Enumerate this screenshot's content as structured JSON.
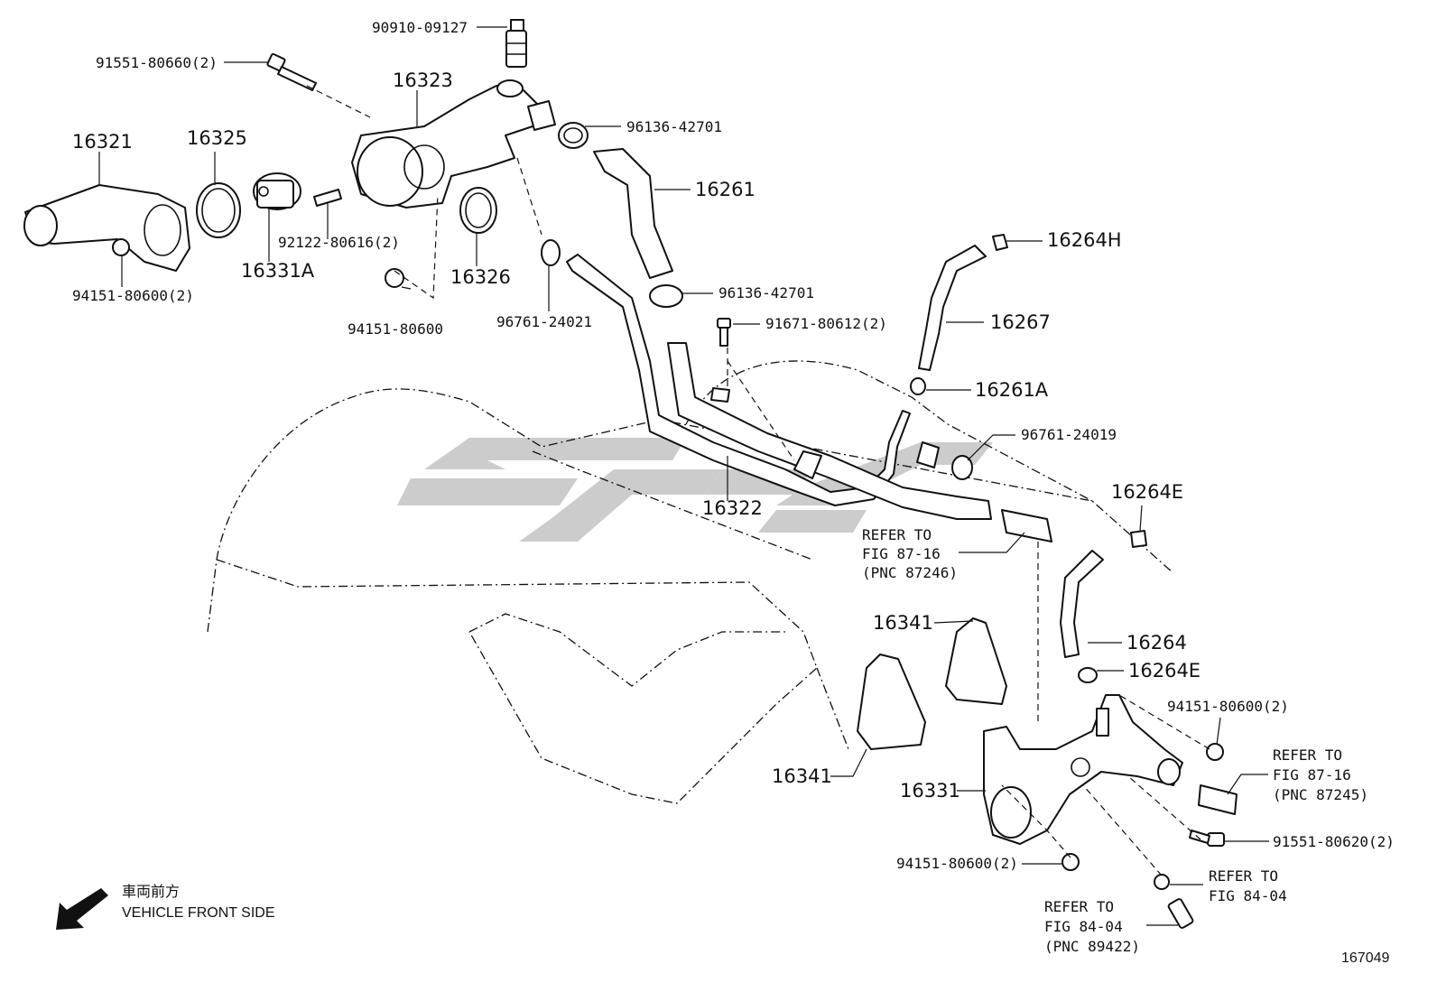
{
  "parts": {
    "p90910_09127": "90910-09127",
    "p91551_80660": "91551-80660(2)",
    "p16323": "16323",
    "p96136_42701_a": "96136-42701",
    "p16321": "16321",
    "p16325": "16325",
    "p16261": "16261",
    "p92122_80616": "92122-80616(2)",
    "p16331A": "16331A",
    "p16326": "16326",
    "p94151_80600_a": "94151-80600(2)",
    "p94151_80600_b": "94151-80600",
    "p96761_24021": "96761-24021",
    "p96136_42701_b": "96136-42701",
    "p16264H": "16264H",
    "p91671_80612": "91671-80612(2)",
    "p16267": "16267",
    "p16261A": "16261A",
    "p96761_24019": "96761-24019",
    "p16322": "16322",
    "p16264E_a": "16264E",
    "p16341_a": "16341",
    "p16264": "16264",
    "p16264E_b": "16264E",
    "p94151_80600_c": "94151-80600(2)",
    "p16341_b": "16341",
    "p16331": "16331",
    "p91551_80620": "91551-80620(2)",
    "p94151_80600_d": "94151-80600(2)"
  },
  "refs": {
    "r1": [
      "REFER TO",
      "FIG 87-16",
      "(PNC 87246)"
    ],
    "r2": [
      "REFER TO",
      "FIG 87-16",
      "(PNC 87245)"
    ],
    "r3": [
      "REFER TO",
      "FIG 84-04"
    ],
    "r4": [
      "REFER TO",
      "FIG 84-04",
      "(PNC 89422)"
    ]
  },
  "direction": {
    "japanese": "車両前方",
    "english": "VEHICLE FRONT SIDE",
    "icon": "arrow-down-left-icon"
  },
  "figure_number": "167049",
  "watermark": "logo-watermark"
}
